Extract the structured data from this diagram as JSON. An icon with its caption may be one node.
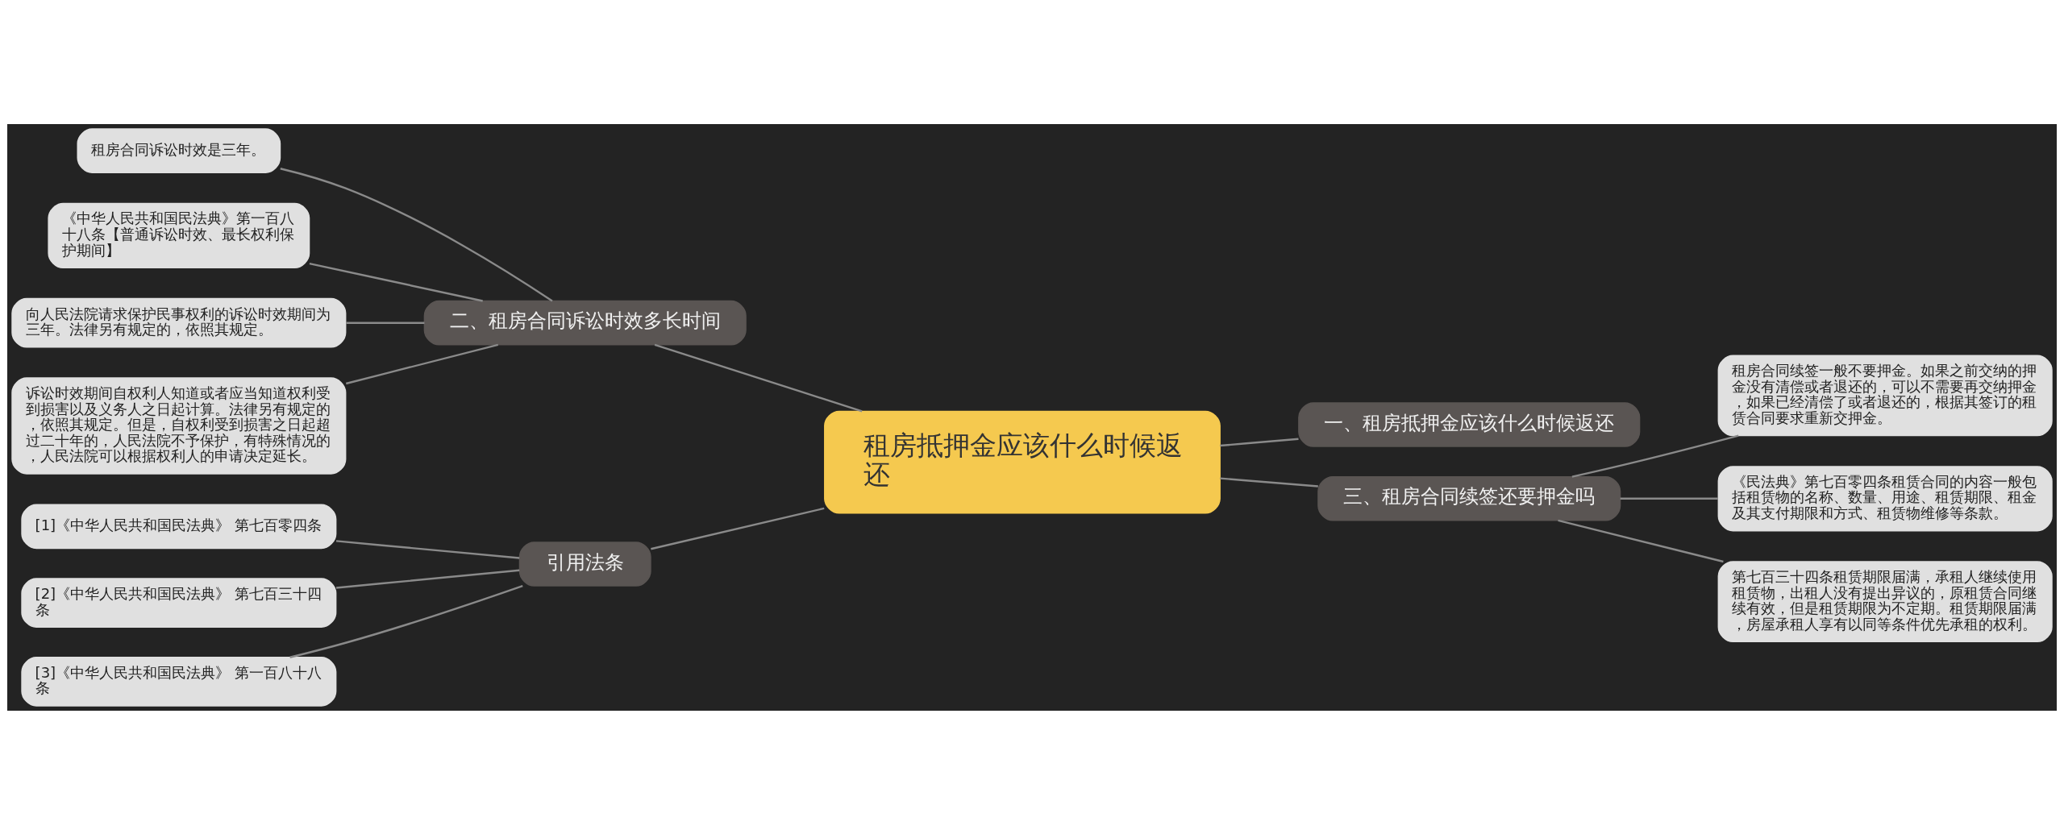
{
  "diagram": {
    "nodes": [
      {
        "text": [
          "租房抵押金应该什么时候返还"
        ]
      },
      {
        "text": [
          "一、租房抵押金应该什么时候返还"
        ]
      },
      {
        "text": [
          "二、租房合同诉讼时效多长时间"
        ]
      },
      {
        "text": [
          "租房合同诉讼时效是三年。"
        ]
      },
      {
        "text": [
          "《中华人民共和国民法典》第一百八十八条【普通诉讼时效、最长权利保护期间】"
        ]
      },
      {
        "text": [
          "向人民法院请求保护民事权利的诉讼时效期间为三年。法律另有规定的，依照其规定。"
        ]
      },
      {
        "text": [
          "诉讼时效期间自权利人知道或者应当知道权利受到损害以及义务人之日起计算。法律另有规定的，依照其规定。但是，自权利受到损害之日起超过二十年的，人民法院不予保护，有特殊情况的，人民法院可以根据权利人的申请决定延长。"
        ]
      },
      {
        "text": [
          "三、租房合同续签还要押金吗"
        ]
      },
      {
        "text": [
          "租房合同续签一般不要押金。如果之前交纳的押金没有清偿或者退还的，可以不需要再交纳押金，如果已经清偿了或者退还的，根据其签订的租赁合同要求重新交押金。"
        ]
      },
      {
        "text": [
          "《民法典》第七百零四条租赁合同的内容一般包括租赁物的名称、数量、用途、租赁期限、租金及其支付期限和方式、租赁物维修等条款。"
        ]
      },
      {
        "text": [
          "第七百三十四条租赁期限届满，承租人继续使用租赁物，出租人没有提出异议的，原租赁合同继续有效，但是租赁期限为不定期。租赁期限届满，房屋承租人享有以同等条件优先承租的权利。"
        ]
      },
      {
        "text": [
          "引用法条"
        ]
      },
      {
        "text": [
          "[1]《中华人民共和国民法典》 第七百零四条"
        ]
      },
      {
        "text": [
          "[2]《中华人民共和国民法典》 第七百三十四条"
        ]
      },
      {
        "text": [
          "[3]《中华人民共和国民法典》 第一百八十八条"
        ]
      }
    ],
    "edges": [
      {
        "from": 0,
        "to": 1,
        "arrow": "none"
      },
      {
        "from": 0,
        "to": 2,
        "arrow": "none"
      },
      {
        "from": 2,
        "to": 3,
        "arrow": "none"
      },
      {
        "from": 2,
        "to": 4,
        "arrow": "none"
      },
      {
        "from": 2,
        "to": 5,
        "arrow": "none"
      },
      {
        "from": 2,
        "to": 6,
        "arrow": "none"
      },
      {
        "from": 0,
        "to": 7,
        "arrow": "none"
      },
      {
        "from": 7,
        "to": 8,
        "arrow": "none"
      },
      {
        "from": 7,
        "to": 9,
        "arrow": "none"
      },
      {
        "from": 7,
        "to": 10,
        "arrow": "none"
      },
      {
        "from": 0,
        "to": 11,
        "arrow": "none"
      },
      {
        "from": 11,
        "to": 12,
        "arrow": "none"
      },
      {
        "from": 11,
        "to": 13,
        "arrow": "none"
      },
      {
        "from": 11,
        "to": 14,
        "arrow": "none"
      }
    ]
  }
}
